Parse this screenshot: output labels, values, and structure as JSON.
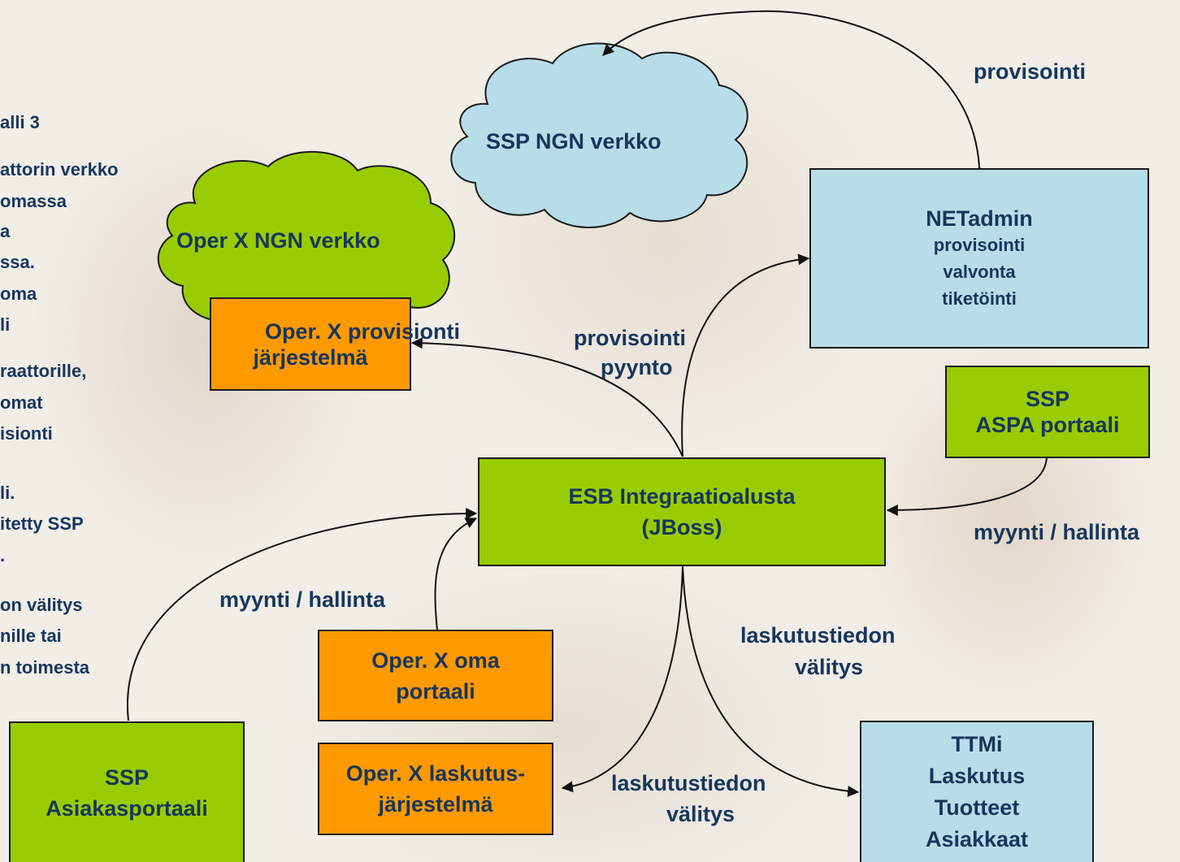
{
  "left_panel": {
    "lines": [
      "alli 3",
      "attorin verkko",
      "omassa",
      "a",
      "ssa.",
      " oma",
      "li",
      "raattorille,",
      "omat",
      "isionti",
      "li.",
      "itetty SSP",
      ".",
      "on välitys",
      "nille tai",
      "n toimesta"
    ]
  },
  "clouds": {
    "ssp_ngn": "SSP NGN verkko",
    "oper_x_ngn": "Oper X NGN verkko"
  },
  "boxes": {
    "netadmin": {
      "title": "NETadmin",
      "lines": [
        "provisointi",
        "valvonta",
        "tiketöinti"
      ]
    },
    "oper_x_provisionti": {
      "line1": "Oper. X provisionti",
      "line2": "järjestelmä"
    },
    "ssp_aspa": {
      "line1": "SSP",
      "line2": "ASPA portaali"
    },
    "esb": {
      "line1": "ESB Integraatioalusta",
      "line2": "(JBoss)"
    },
    "oper_x_oma": {
      "line1": "Oper. X oma",
      "line2": "portaali"
    },
    "oper_x_laskutus": {
      "line1": "Oper. X laskutus-",
      "line2": "järjestelmä"
    },
    "ssp_asiakas": {
      "line1": "SSP",
      "line2": "Asiakasportaali"
    },
    "ttmi": {
      "lines": [
        "TTMi",
        "Laskutus",
        "Tuotteet",
        "Asiakkaat"
      ]
    }
  },
  "labels": {
    "provisointi_top": "provisointi",
    "provisointi_pyynto_1": "provisointi",
    "provisointi_pyynto_2": "pyynto",
    "myynti_hallinta_right": "myynti / hallinta",
    "myynti_hallinta_left": "myynti / hallinta",
    "laskutustiedon_upper_1": "laskutustiedon",
    "laskutustiedon_upper_2": "välitys",
    "laskutustiedon_lower_1": "laskutustiedon",
    "laskutustiedon_lower_2": "välitys"
  },
  "colors": {
    "green": "#99CC00",
    "orange": "#FF9900",
    "light_blue": "#B7DDE8",
    "text": "#17365D"
  }
}
